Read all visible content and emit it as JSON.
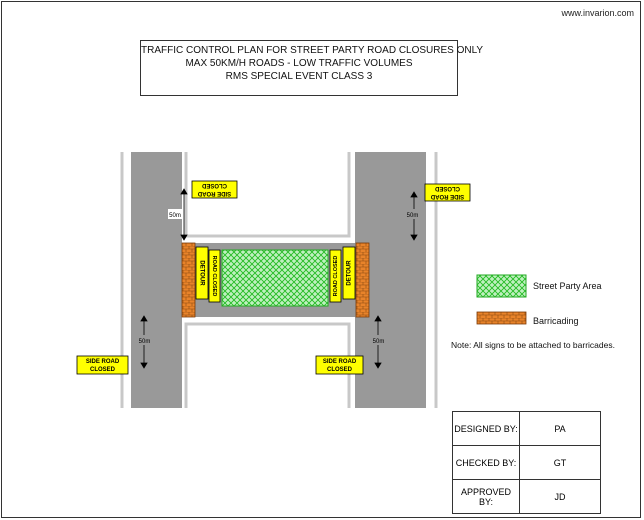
{
  "url": "www.invarion.com",
  "title": {
    "line1": "TRAFFIC CONTROL PLAN FOR STREET PARTY ROAD CLOSURES ONLY",
    "line2": "MAX 50KM/H ROADS - LOW TRAFFIC VOLUMES",
    "line3": "RMS SPECIAL EVENT CLASS 3"
  },
  "signs": {
    "side_road_closed_l1": "SIDE ROAD",
    "side_road_closed_l2": "CLOSED",
    "road_closed": "ROAD CLOSED",
    "detour": "DETOUR"
  },
  "distance_label": "50m",
  "legend": {
    "party_area": "Street Party Area",
    "barricading": "Barricading"
  },
  "note": "Note: All signs to be attached to barricades.",
  "signoff": [
    {
      "label": "DESIGNED BY:",
      "value": "PA"
    },
    {
      "label": "CHECKED BY:",
      "value": "GT"
    },
    {
      "label": "APPROVED BY:",
      "value": "JD"
    }
  ],
  "colors": {
    "road": "#999999",
    "sign": "#ffff00",
    "party": "#33cc33",
    "barricade": "#e8832a"
  }
}
